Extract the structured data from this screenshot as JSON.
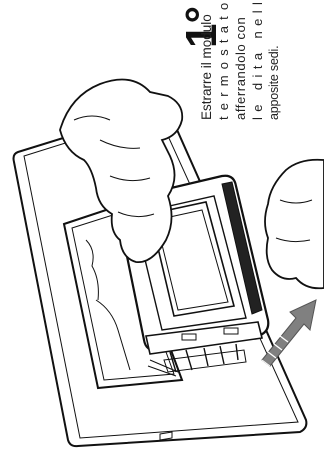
{
  "step": {
    "number": "1°"
  },
  "caption": {
    "lines": [
      "Estrarre il modulo",
      "termostato",
      "afferrandolo con",
      "le dita nelle",
      "apposite sedi."
    ]
  },
  "colors": {
    "ink": "#111111",
    "arrow": "#808080",
    "background": "#ffffff"
  },
  "icons": {
    "arrow": "extract-direction-arrow"
  }
}
